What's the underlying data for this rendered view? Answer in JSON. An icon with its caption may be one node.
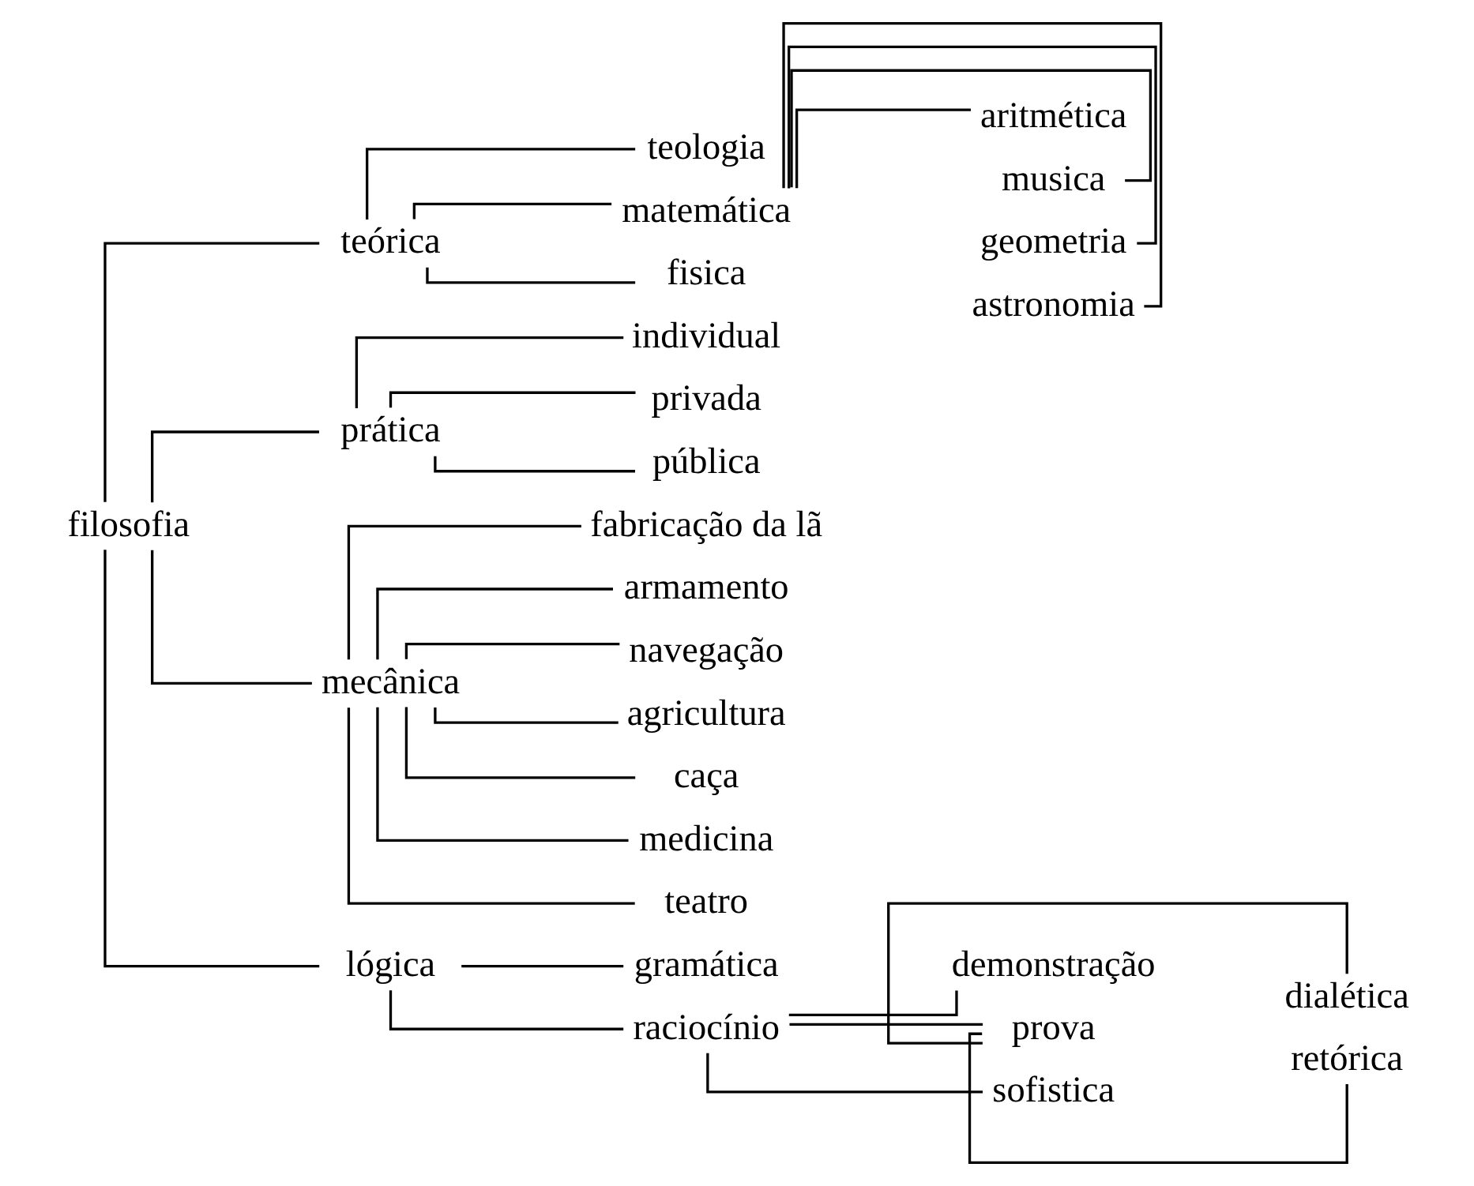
{
  "diagram": {
    "nodes": [
      {
        "text": [
          "filosofia"
        ]
      },
      {
        "text": [
          "teórica"
        ]
      },
      {
        "text": [
          "teologia"
        ]
      },
      {
        "text": [
          "matemática"
        ]
      },
      {
        "text": [
          "aritmética"
        ]
      },
      {
        "text": [
          "musica"
        ]
      },
      {
        "text": [
          "geometria"
        ]
      },
      {
        "text": [
          "astronomia"
        ]
      },
      {
        "text": [
          "fisica"
        ]
      },
      {
        "text": [
          "prática"
        ]
      },
      {
        "text": [
          "individual"
        ]
      },
      {
        "text": [
          "privada"
        ]
      },
      {
        "text": [
          "pública"
        ]
      },
      {
        "text": [
          "mecânica"
        ]
      },
      {
        "text": [
          "fabricação da lã"
        ]
      },
      {
        "text": [
          "armamento"
        ]
      },
      {
        "text": [
          "navegação"
        ]
      },
      {
        "text": [
          "agricultura"
        ]
      },
      {
        "text": [
          "caça"
        ]
      },
      {
        "text": [
          "medicina"
        ]
      },
      {
        "text": [
          "teatro"
        ]
      },
      {
        "text": [
          "lógica"
        ]
      },
      {
        "text": [
          "gramática"
        ]
      },
      {
        "text": [
          "raciocínio"
        ]
      },
      {
        "text": [
          "demonstração"
        ]
      },
      {
        "text": [
          "prova"
        ]
      },
      {
        "text": [
          "sofistica"
        ]
      },
      {
        "text": [
          "dialética"
        ]
      },
      {
        "text": [
          "retórica"
        ]
      }
    ],
    "edges": [
      {
        "from": 0,
        "to": 1,
        "arrow": "none"
      },
      {
        "from": 0,
        "to": 9,
        "arrow": "none"
      },
      {
        "from": 0,
        "to": 13,
        "arrow": "none"
      },
      {
        "from": 0,
        "to": 21,
        "arrow": "none"
      },
      {
        "from": 1,
        "to": 2,
        "arrow": "none"
      },
      {
        "from": 1,
        "to": 3,
        "arrow": "none"
      },
      {
        "from": 1,
        "to": 8,
        "arrow": "none"
      },
      {
        "from": 3,
        "to": 4,
        "arrow": "none"
      },
      {
        "from": 3,
        "to": 5,
        "arrow": "none"
      },
      {
        "from": 3,
        "to": 6,
        "arrow": "none"
      },
      {
        "from": 3,
        "to": 7,
        "arrow": "none"
      },
      {
        "from": 9,
        "to": 10,
        "arrow": "none"
      },
      {
        "from": 9,
        "to": 11,
        "arrow": "none"
      },
      {
        "from": 9,
        "to": 12,
        "arrow": "none"
      },
      {
        "from": 13,
        "to": 14,
        "arrow": "none"
      },
      {
        "from": 13,
        "to": 15,
        "arrow": "none"
      },
      {
        "from": 13,
        "to": 16,
        "arrow": "none"
      },
      {
        "from": 13,
        "to": 17,
        "arrow": "none"
      },
      {
        "from": 13,
        "to": 18,
        "arrow": "none"
      },
      {
        "from": 13,
        "to": 19,
        "arrow": "none"
      },
      {
        "from": 13,
        "to": 20,
        "arrow": "none"
      },
      {
        "from": 21,
        "to": 22,
        "arrow": "none"
      },
      {
        "from": 21,
        "to": 23,
        "arrow": "none"
      },
      {
        "from": 23,
        "to": 24,
        "arrow": "none"
      },
      {
        "from": 23,
        "to": 25,
        "arrow": "none"
      },
      {
        "from": 23,
        "to": 26,
        "arrow": "none"
      },
      {
        "from": 25,
        "to": 27,
        "arrow": "none"
      },
      {
        "from": 25,
        "to": 28,
        "arrow": "none"
      }
    ]
  }
}
